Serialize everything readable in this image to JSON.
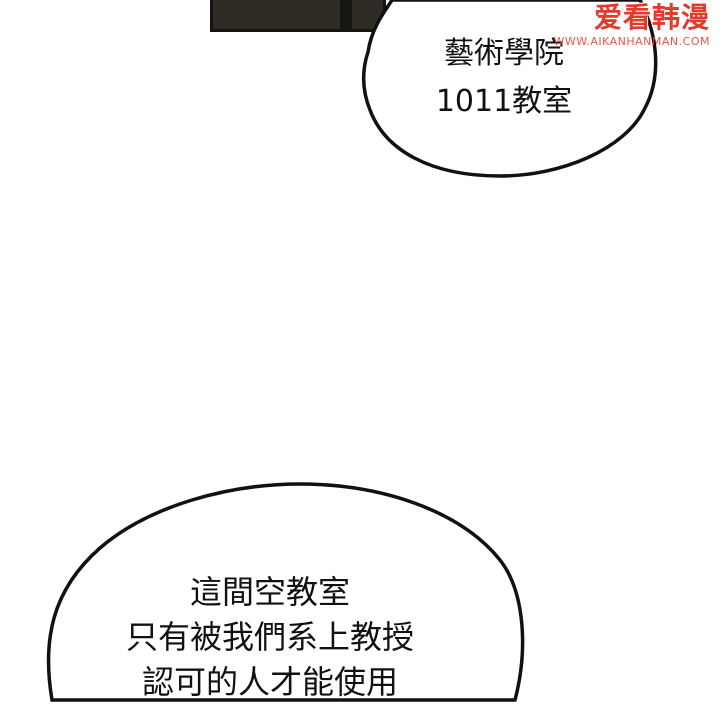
{
  "panel": {
    "background_color": "#ffffff",
    "sign_color": "#2f2c25"
  },
  "speech_bubbles": {
    "top": {
      "lines": [
        "藝術學院",
        "1011教室"
      ]
    },
    "bottom": {
      "lines": [
        "這間空教室",
        "只有被我們系上教授",
        "認可的人才能使用"
      ]
    }
  },
  "watermark": {
    "logo_text": "爱看韩漫",
    "url_text": "WWW.AIKANHANMAN.COM",
    "color": "#e03b2b"
  }
}
